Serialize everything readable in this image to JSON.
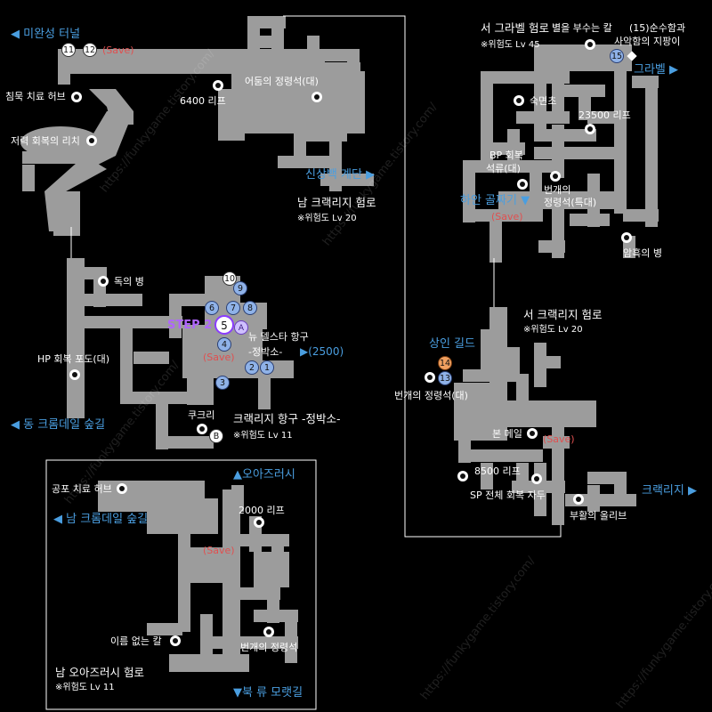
{
  "map": {
    "colors": {
      "floor": "#9c9c9c",
      "background": "#000000",
      "label_blue": "#4a9ee0",
      "save_red": "#e05050",
      "step_purple": "#b066ff",
      "badge_blue": "#8fb2e8",
      "badge_orange": "#f0a060"
    },
    "exits": {
      "mianseong": "◀ 미완성 터널",
      "sinsangbaek": "신상백 계단 ▶",
      "dong_krumdale": "◀ 동 크롬데일 숲길",
      "grabel": "그라벨 ▶",
      "haan": "하안 골짜기 ▼",
      "sangin": "상인 길드",
      "crackridge": "크랙리지 ▶",
      "oazrashi": "▲오아즈러시",
      "nam_krumdale": "◀ 남 크롬데일 숲길",
      "bukryu": "▼북 류 모랫길"
    },
    "areas": {
      "nam_crackridge": {
        "name": "남 크랙리지 험로",
        "danger": "※위험도 Lv 20"
      },
      "seo_grabel": {
        "name": "서 그라벨 험로",
        "danger": "※위험도 Lv 45"
      },
      "seo_crackridge": {
        "name": "서 크랙리지 험로",
        "danger": "※위험도 Lv 20"
      },
      "crackridge_port": {
        "name": "크랙리지 항구 -정박소-",
        "danger": "※위험도 Lv 11"
      },
      "nam_oazrashi": {
        "name": "남 오아즈러시 험로",
        "danger": "※위험도 Lv 11"
      }
    },
    "items": {
      "chimmuk": "침묵 치료 허브",
      "jeoryeok": "저력 회복의 리치",
      "p6400": "6400 리프",
      "eodum": "어둠의 정령석(대)",
      "byeol": "별을 부수는 칼",
      "sunsu": "(15)순수함과",
      "sayak": "사악함의 지팡이",
      "sukmyeon": "숙면초",
      "p23500": "23500 리프",
      "bp1": "BP 회복",
      "bp2": "석류(대)",
      "beongae_teuk1": "번개의",
      "beongae_teuk2": "정령석(특대)",
      "amheuk": "암흑의 병",
      "dok": "독의 병",
      "hp": "HP 회복 포도(대)",
      "kukuri": "쿠크리",
      "step2": "STEP 2",
      "nyu_delta": "뉴 델스타 항구",
      "jeongbakso": "-정박소-",
      "price2500": "▶(2500)",
      "beongae_dae": "번개의 정령석(대)",
      "bon_meil": "본 메일",
      "p8500": "8500 리프",
      "sp": "SP 전체 회복 자두",
      "buhwal": "부활의 올리브",
      "gongpo": "공포 치료 허브",
      "p2000": "2000 리프",
      "ireum": "이름 없는 칼",
      "beongae_jr": "번개의 정령석"
    },
    "save_label": "(Save)",
    "badges": {
      "b1": "1",
      "b2": "2",
      "b3": "3",
      "b4": "4",
      "b5": "5",
      "b6": "6",
      "b7": "7",
      "b8": "8",
      "b9": "9",
      "b10": "10",
      "b11": "11",
      "b12": "12",
      "b13": "13",
      "b14": "14",
      "b15": "15",
      "bA": "A",
      "bB": "B"
    },
    "watermark": "https://funkygame.tistory.com/"
  }
}
